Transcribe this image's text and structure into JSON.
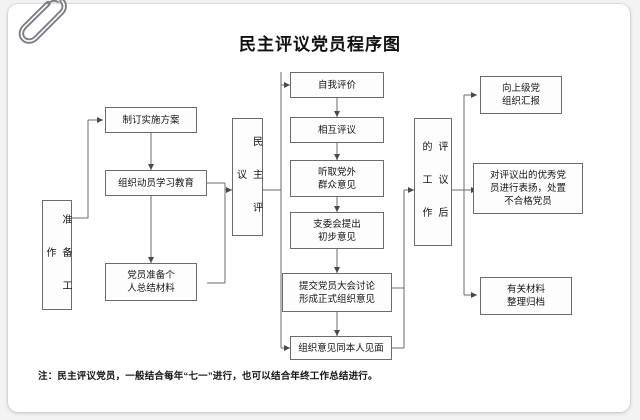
{
  "document": {
    "title": "民主评议党员程序图",
    "note": "注：民主评议党员，一般结合每年“七一”进行，也可以结合年终工作总结进行。",
    "paperclip_icon": "paperclip-icon"
  },
  "stages": {
    "preparation": "准 备 工 作",
    "appraisal": "民 主 评 议",
    "post_work": "评 议 后 的 工 作"
  },
  "nodes": {
    "prep_1": "制订实施方案",
    "prep_2": "组织动员学习教育",
    "prep_3": "党员准备个\n人总结材料",
    "mid_1": "自我评价",
    "mid_2": "相互评议",
    "mid_3": "听取党外\n群众意见",
    "mid_4": "支委会提出\n初步意见",
    "mid_5": "提交党员大会讨论\n形成正式组织意见",
    "mid_6": "组织意见同本人见面",
    "post_1": "向上级党\n组织汇报",
    "post_2": "对评议出的优秀党\n员进行表扬，处置\n不合格党员",
    "post_3": "有关材料\n整理归档"
  },
  "style": {
    "line_color": "#6b6b6b",
    "box_fill": "#fdfdfd",
    "text_color": "#141414",
    "page_bg": "#ffffff",
    "screen_bg": "#f3f3f3"
  }
}
